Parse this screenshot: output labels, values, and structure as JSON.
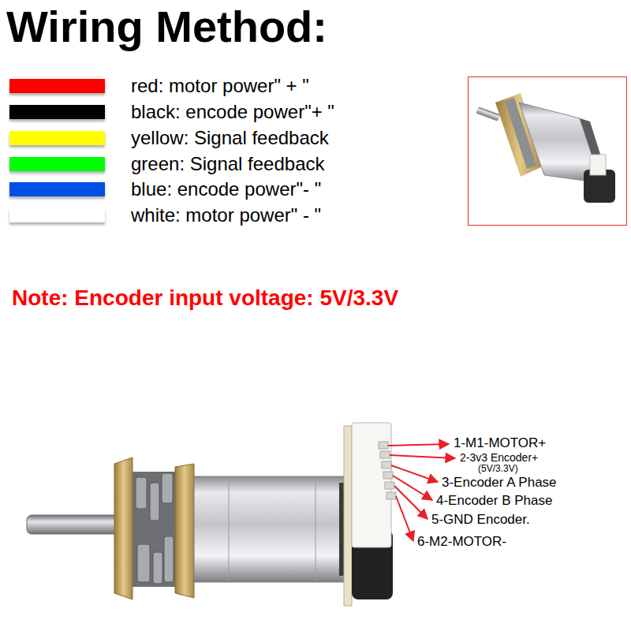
{
  "diagram": {
    "title": "Wiring Method:",
    "labels": [
      "Note: Encoder input voltage: 5V/3.3V",
      "1-M1-MOTOR+",
      "2-3v3 Encoder+",
      "(5V/3.3V)",
      "3-Encoder A Phase",
      "4-Encoder B Phase",
      "5-GND Encoder.",
      "6-M2-MOTOR-"
    ],
    "legend": [
      {
        "text": "red: motor power\" + \"",
        "color": "#ff0000"
      },
      {
        "text": "black: encode power\"+ \"",
        "color": "#000000"
      },
      {
        "text": "yellow: Signal feedback",
        "color": "#ffff00"
      },
      {
        "text": "green: Signal feedback",
        "color": "#00ff00"
      },
      {
        "text": "blue: encode power\"- \"",
        "color": "#0050e6"
      },
      {
        "text": "white: motor power\" - \"",
        "color": "#ffffff"
      }
    ]
  }
}
